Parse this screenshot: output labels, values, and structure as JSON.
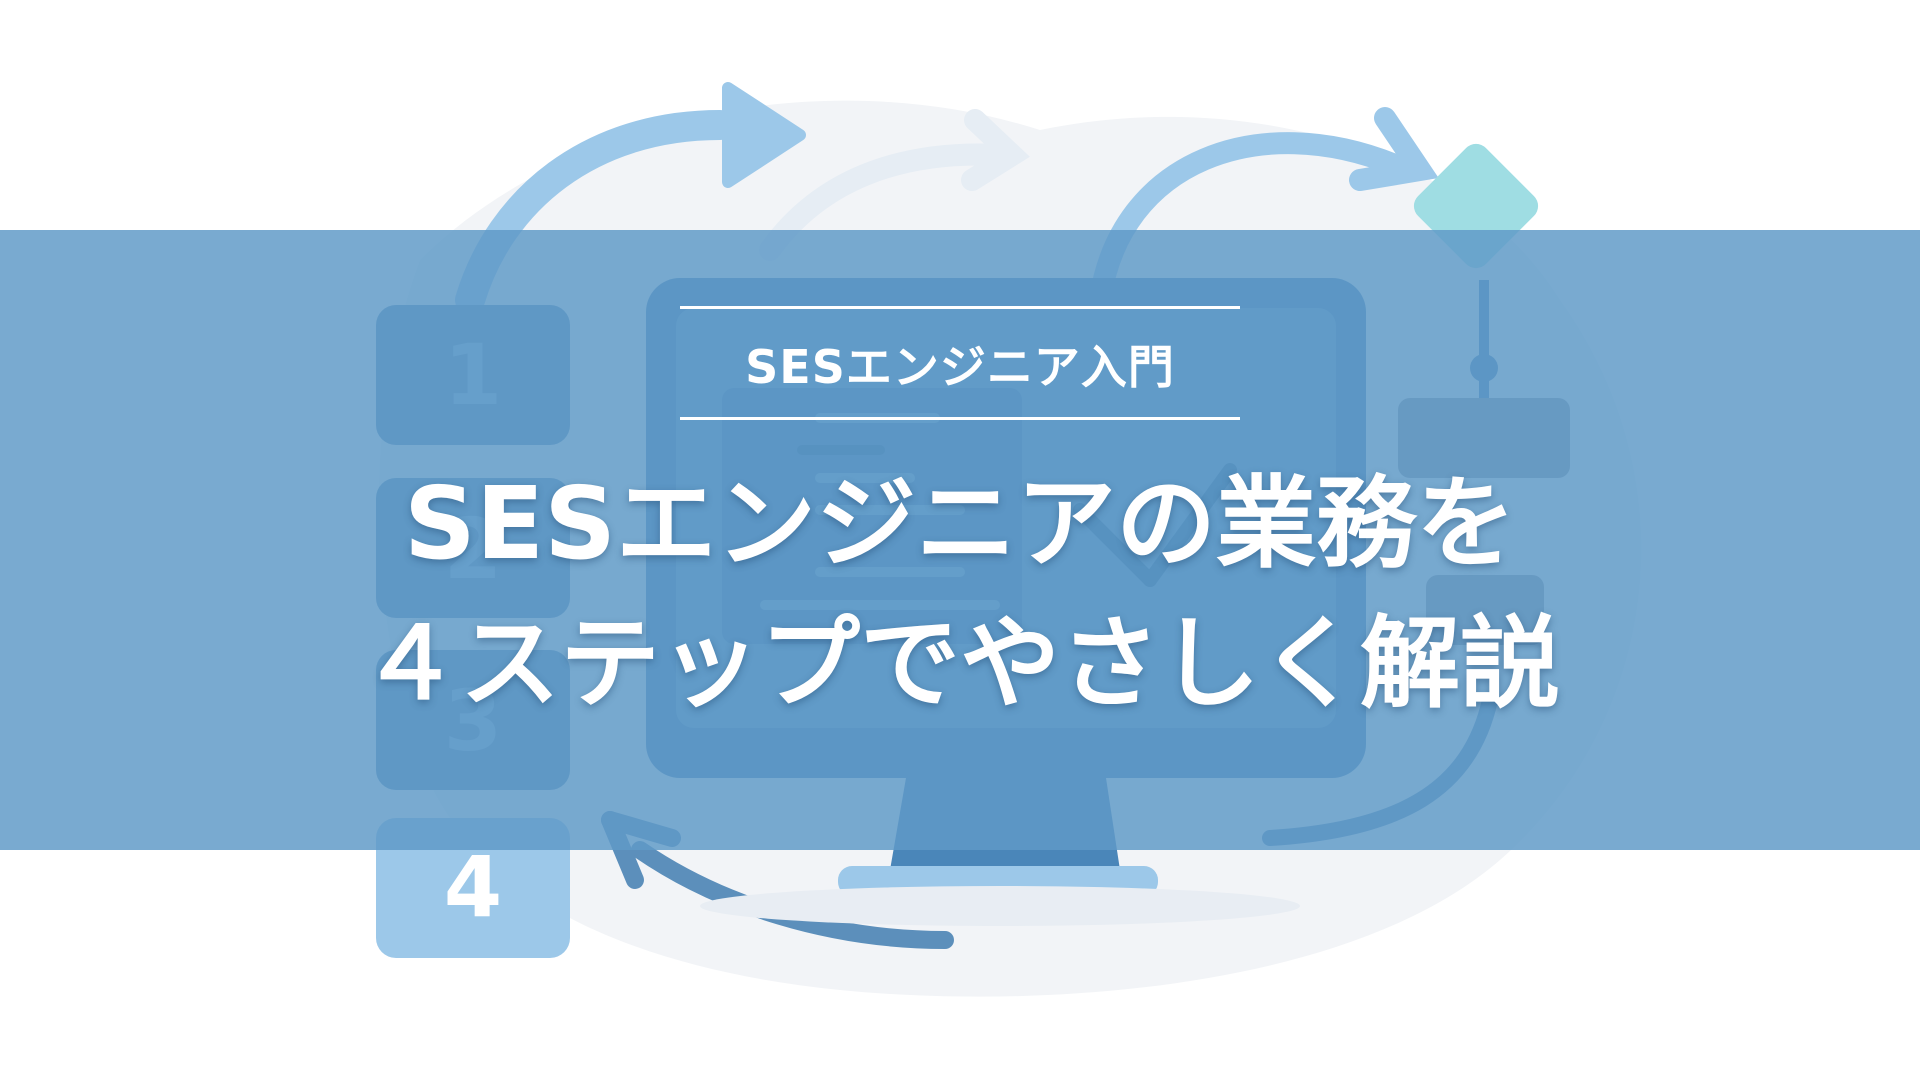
{
  "header": {
    "kicker": "SESエンジニア入門",
    "title_line1": "SESエンジニアの業務を",
    "title_line2": "４ステップでやさしく解説"
  },
  "steps": [
    {
      "label": "1"
    },
    {
      "label": "2"
    },
    {
      "label": "3"
    },
    {
      "label": "4"
    }
  ],
  "colors": {
    "banner": "#5f9ac7",
    "step_badge": "#9cc8e9",
    "step_badge_dark": "#5c8fbb",
    "accent_teal": "#9fdde3",
    "monitor": "#4a86b9",
    "background": "#ffffff"
  },
  "icons": [
    "circular-arrow-icon",
    "monitor-icon",
    "flowchart-diamond-icon",
    "step-number-icon"
  ]
}
